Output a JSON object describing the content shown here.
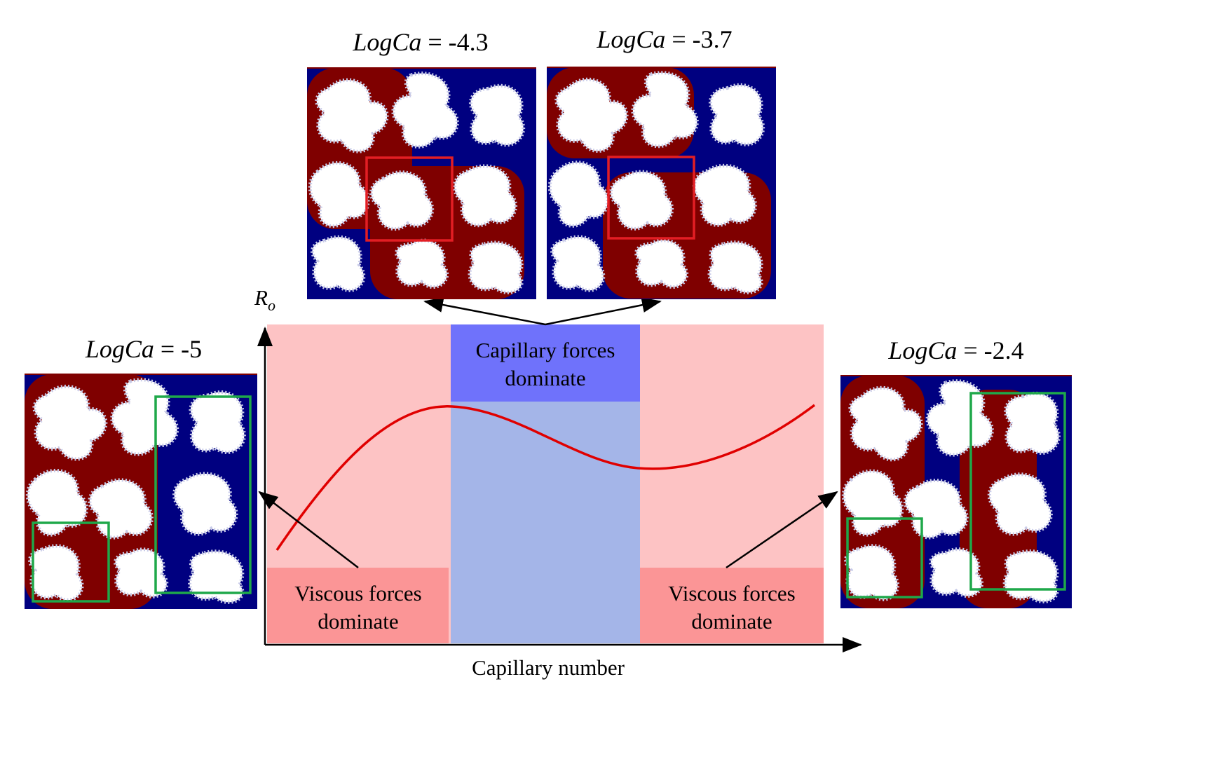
{
  "y_axis_label": {
    "main": "R",
    "sub": "o"
  },
  "x_axis_label": "Capillary  number",
  "zones": {
    "capillary": {
      "line1": "Capillary forces",
      "line2": "dominate"
    },
    "viscous_left": {
      "line1": "Viscous forces",
      "line2": "dominate"
    },
    "viscous_right": {
      "line1": "Viscous forces",
      "line2": "dominate"
    }
  },
  "panels": [
    {
      "id": "a",
      "var": "LogCa",
      "eq": " = -5"
    },
    {
      "id": "b",
      "var": "LogCa",
      "eq": " = -4.3"
    },
    {
      "id": "c",
      "var": "LogCa",
      "eq": " = -3.7"
    },
    {
      "id": "d",
      "var": "LogCa",
      "eq": " = -2.4"
    }
  ],
  "colors": {
    "wetting_phase": "#000080",
    "non_wetting_phase": "#7f0000",
    "grain": "#ffffff",
    "curve": "#e00000",
    "viscous_region": "#fdc3c4",
    "viscous_label_box": "#fb9596",
    "capillary_region": "#a4b5e8",
    "capillary_label_box": "#6f72fb",
    "highlight_red": "#e31e24",
    "highlight_green": "#1fa84a"
  }
}
